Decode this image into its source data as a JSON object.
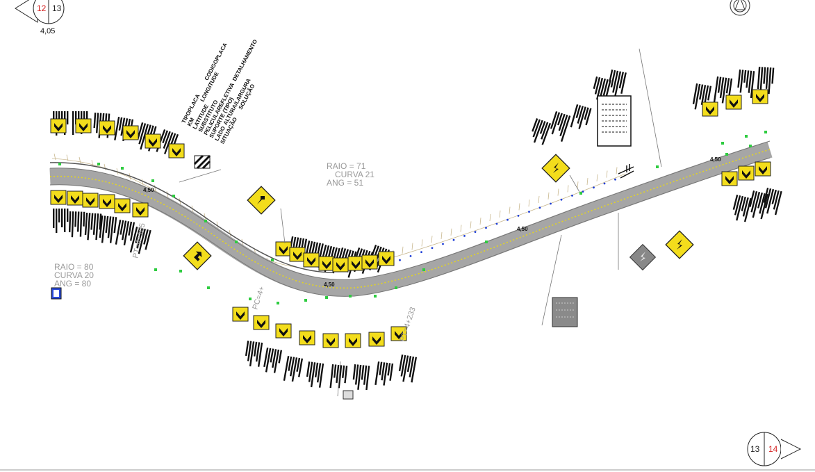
{
  "nav": {
    "prev": {
      "left": "12",
      "right": "13",
      "scale": "4,05"
    },
    "next": {
      "left": "13",
      "right": "14"
    }
  },
  "curve_left": {
    "raio": "RAIO = 80",
    "curva": "CURVA 20",
    "ang": "ANG = 80"
  },
  "curve_center": {
    "raio": "RAIO = 71",
    "curva": "CURVA 21",
    "ang": "ANG = 51"
  },
  "stations": {
    "pt_left": "PT=4+105",
    "pc_center": "PC=4+",
    "pt_right": "PT=4+233"
  },
  "scales": {
    "s1": "4,50",
    "s2": "4,50",
    "s3": "4,50",
    "s4": "4,50"
  },
  "sign_block_label": {
    "tipo": "TIPOPLACA",
    "codigo": "CODIGOPLACA",
    "km": "KM",
    "longitude": "LONGITUDE",
    "latitude": "LATITUDE",
    "substituto": "SUBSTITUTO",
    "pelicula": "PELICULAREFLETIVA",
    "detalhamento": "DETALHAMENTO",
    "suporte": "SUPORTE (TIPO)",
    "lado": "LADO",
    "altura": "ALTURA/LARGURA",
    "situacao": "SITUAÇÃO",
    "solucao": "SOLUÇÃO"
  },
  "colors": {
    "sign_yellow": "#f3dd1c",
    "road_gray": "#a6a6a6",
    "center_line": "#e3d422",
    "marker_green": "#2ecc40",
    "marker_blue": "#1c3dd6"
  }
}
